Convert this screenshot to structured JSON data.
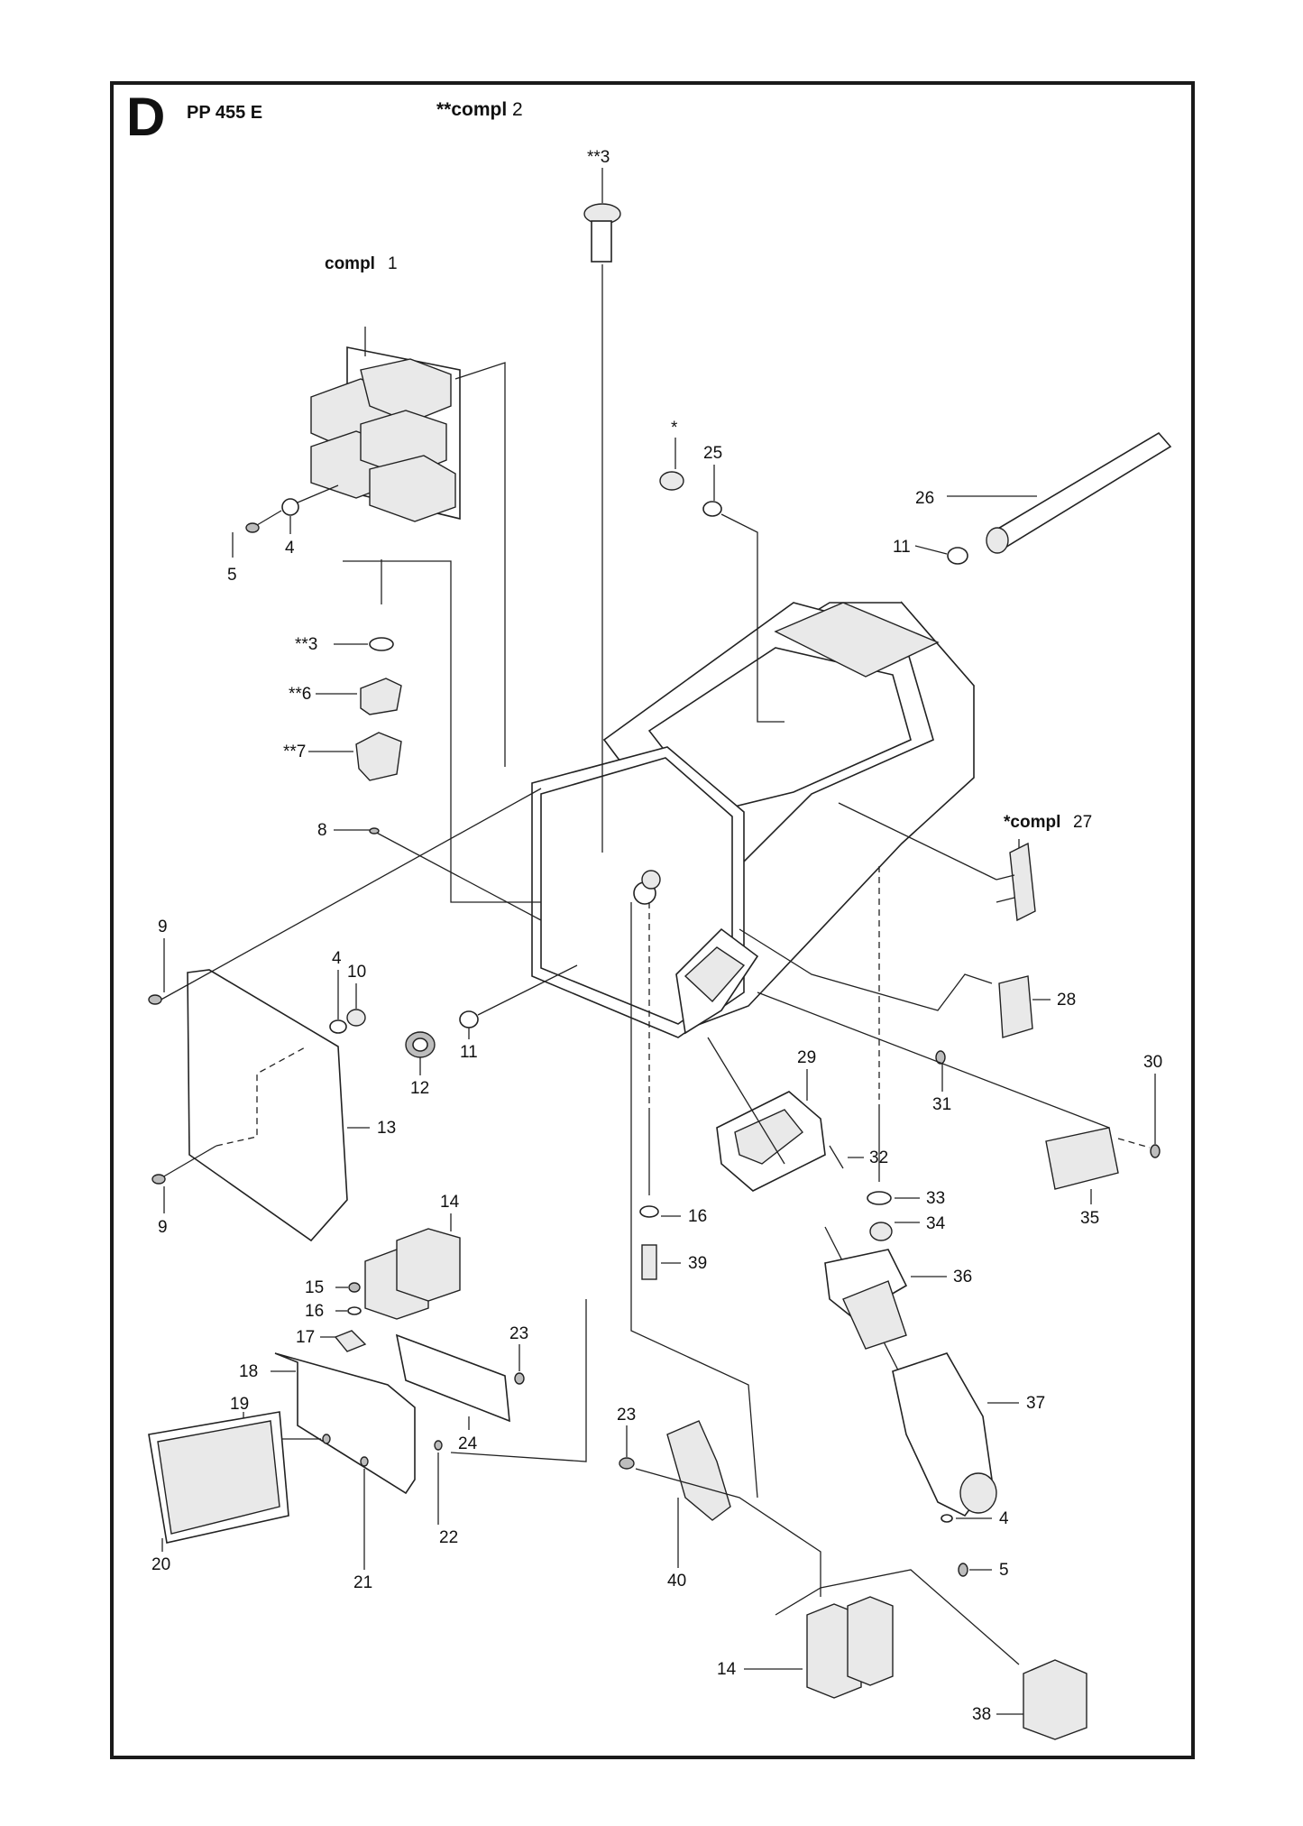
{
  "header": {
    "section_letter": "D",
    "model": "PP 455 E",
    "compl2_prefix": "**compl",
    "compl2_number": "2"
  },
  "callouts": {
    "p3_top": "**3",
    "compl1_word": "compl",
    "compl1_num": "1",
    "star": "*",
    "p25": "25",
    "p26": "26",
    "p11_top": "11",
    "p5_top": "5",
    "p4_top": "4",
    "p3_mid": "**3",
    "p6": "**6",
    "p7": "**7",
    "p8": "8",
    "compl27_word": "*compl",
    "compl27_num": "27",
    "p9_top": "9",
    "p4_mid": "4",
    "p10": "10",
    "p28": "28",
    "p12": "12",
    "p11_mid": "11",
    "p13": "13",
    "p29": "29",
    "p30": "30",
    "p31": "31",
    "p32": "32",
    "p9_bot": "9",
    "p14_top": "14",
    "p16_mid": "16",
    "p33": "33",
    "p34": "34",
    "p35": "35",
    "p15": "15",
    "p39": "39",
    "p36": "36",
    "p16_left": "16",
    "p17": "17",
    "p23_top": "23",
    "p18": "18",
    "p37": "37",
    "p19": "19",
    "p24": "24",
    "p23_mid": "23",
    "p22": "22",
    "p20": "20",
    "p21": "21",
    "p40": "40",
    "p4_bot": "4",
    "p5_bot": "5",
    "p14_bot": "14",
    "p38": "38"
  }
}
